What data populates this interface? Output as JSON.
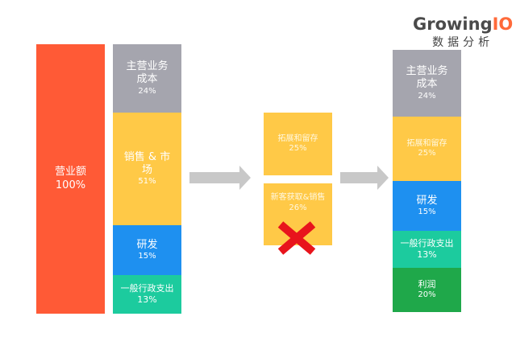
{
  "logo": {
    "brand_main": "Growing",
    "brand_io": "IO",
    "tagline": "数据分析"
  },
  "left": {
    "revenue": {
      "label": "营业额",
      "pct": "100%"
    }
  },
  "before": [
    {
      "label": "主营业务成本",
      "pct": "24%"
    },
    {
      "label": "销售 & 市场",
      "pct": "51%"
    },
    {
      "label": "研发",
      "pct": "15%"
    },
    {
      "label": "一般行政支出13%",
      "pct": ""
    }
  ],
  "middle": [
    {
      "label": "拓展和留存",
      "pct": "25%"
    },
    {
      "label": "新客获取&销售",
      "pct": "26%"
    }
  ],
  "after": [
    {
      "label": "主营业务成本",
      "pct": "24%"
    },
    {
      "label": "拓展和留存",
      "pct": "25%"
    },
    {
      "label": "研发",
      "pct": "15%"
    },
    {
      "label": "一般行政支出13%",
      "pct": ""
    },
    {
      "label": "利润",
      "pct": "20%"
    }
  ],
  "colors": {
    "red": "#FF5A36",
    "gray": "#A5A5AE",
    "yellow": "#FFC947",
    "blue": "#1E90F0",
    "teal": "#1CCB9E",
    "green": "#1FA84A",
    "cross": "#E8141C"
  }
}
